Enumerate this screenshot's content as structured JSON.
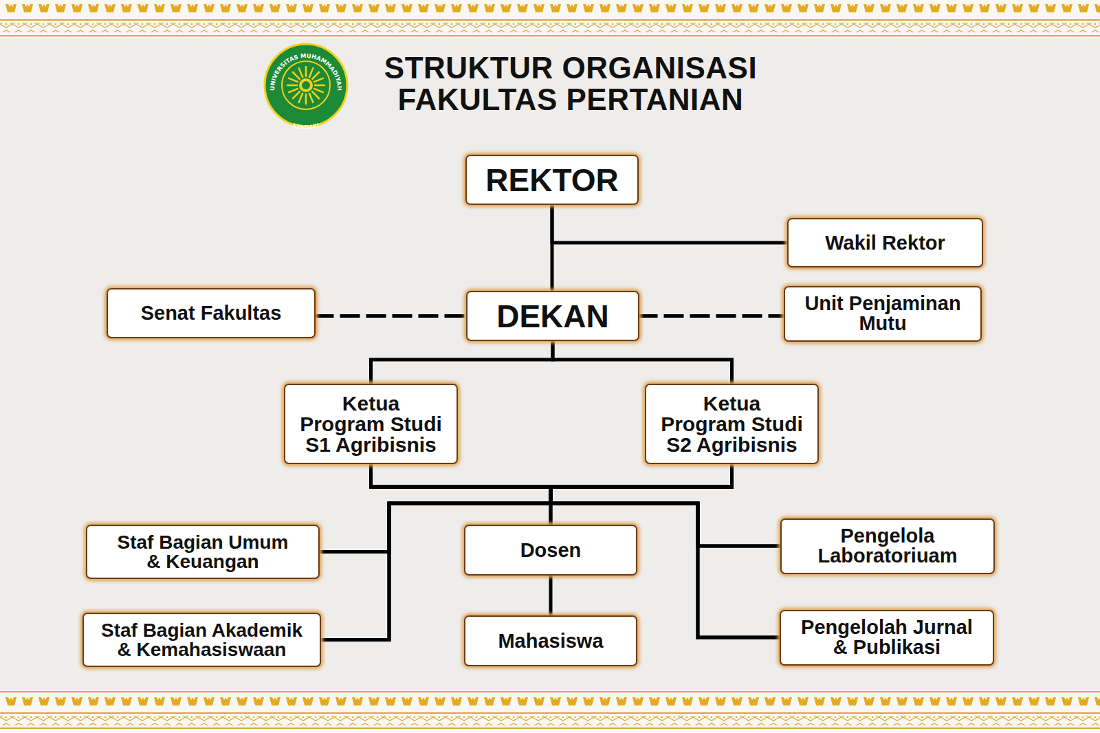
{
  "diagram": {
    "title": "STRUKTUR ORGANISASI FAKULTAS PERTANIAN",
    "nodes": [
      {
        "text": [
          "REKTOR"
        ]
      },
      {
        "text": [
          "Wakil Rektor"
        ]
      },
      {
        "text": [
          "Senat Fakultas"
        ]
      },
      {
        "text": [
          "DEKAN"
        ]
      },
      {
        "text": [
          "Unit Penjaminan Mutu"
        ]
      },
      {
        "text": [
          "Ketua Program Studi S1 Agribisnis"
        ]
      },
      {
        "text": [
          "Ketua Program Studi S2 Agribisnis"
        ]
      },
      {
        "text": [
          "Staf Bagian Umum & Keuangan"
        ]
      },
      {
        "text": [
          "Dosen"
        ]
      },
      {
        "text": [
          "Pengelola Laboratoriuam"
        ]
      },
      {
        "text": [
          "Staf Bagian Akademik & Kemahasiswaan"
        ]
      },
      {
        "text": [
          "Mahasiswa"
        ]
      },
      {
        "text": [
          "Pengelolah Jurnal & Publikasi"
        ]
      }
    ],
    "edges": [
      {
        "from": 0,
        "to": 3,
        "arrow": "none"
      },
      {
        "from": 0,
        "to": 1,
        "arrow": "none"
      },
      {
        "from": 2,
        "to": 3,
        "arrow": "none"
      },
      {
        "from": 3,
        "to": 4,
        "arrow": "none"
      },
      {
        "from": 3,
        "to": 5,
        "arrow": "none"
      },
      {
        "from": 3,
        "to": 6,
        "arrow": "none"
      },
      {
        "from": 5,
        "to": 7,
        "arrow": "none"
      },
      {
        "from": 5,
        "to": 10,
        "arrow": "none"
      },
      {
        "from": 5,
        "to": 8,
        "arrow": "none"
      },
      {
        "from": 5,
        "to": 9,
        "arrow": "none"
      },
      {
        "from": 5,
        "to": 12,
        "arrow": "none"
      },
      {
        "from": 6,
        "to": 7,
        "arrow": "none"
      },
      {
        "from": 6,
        "to": 10,
        "arrow": "none"
      },
      {
        "from": 6,
        "to": 8,
        "arrow": "none"
      },
      {
        "from": 6,
        "to": 9,
        "arrow": "none"
      },
      {
        "from": 6,
        "to": 12,
        "arrow": "none"
      },
      {
        "from": 8,
        "to": 11,
        "arrow": "none"
      }
    ],
    "labels": [
      "UNIVERSITAS MUHAMMADIYAH",
      "KENDARI"
    ]
  }
}
